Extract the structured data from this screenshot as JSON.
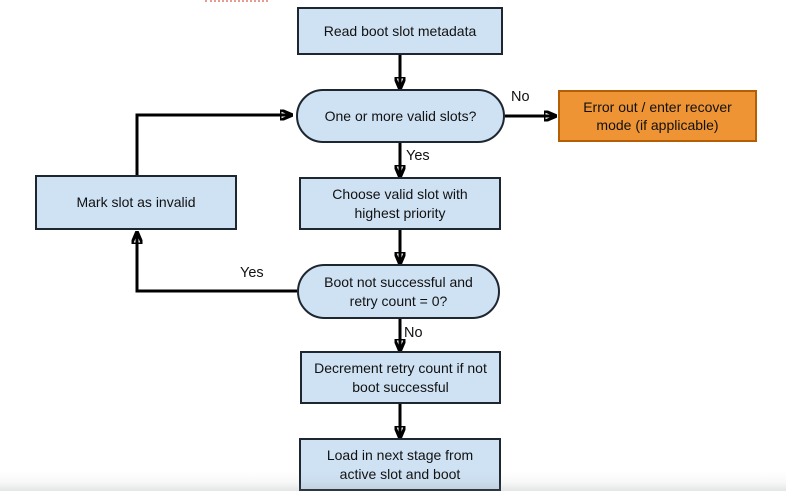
{
  "flowchart": {
    "nodes": [
      {
        "id": "read-metadata",
        "type": "process",
        "label": "Read boot slot metadata"
      },
      {
        "id": "valid-slots-decision",
        "type": "decision",
        "label": "One or more valid slots?"
      },
      {
        "id": "error-recover",
        "type": "error",
        "label": "Error out / enter recover mode (if applicable)"
      },
      {
        "id": "choose-slot",
        "type": "process",
        "label": "Choose valid slot with highest priority"
      },
      {
        "id": "mark-invalid",
        "type": "process",
        "label": "Mark slot as invalid"
      },
      {
        "id": "boot-retry-decision",
        "type": "decision",
        "label": "Boot not successful and retry count = 0?"
      },
      {
        "id": "decrement-retry",
        "type": "process",
        "label": "Decrement retry count if not boot successful"
      },
      {
        "id": "load-next-stage",
        "type": "process",
        "label": "Load in next stage from active slot and boot"
      }
    ],
    "edge_labels": {
      "no_to_error": "No",
      "yes_to_choose": "Yes",
      "yes_to_mark": "Yes",
      "no_to_decrement": "No"
    },
    "colors": {
      "process_fill": "#cfe2f3",
      "process_border": "#1e2630",
      "error_fill": "#ee9434",
      "error_border": "#b45f06",
      "arrow": "#000000",
      "marquee_red": "#e89a95"
    }
  }
}
